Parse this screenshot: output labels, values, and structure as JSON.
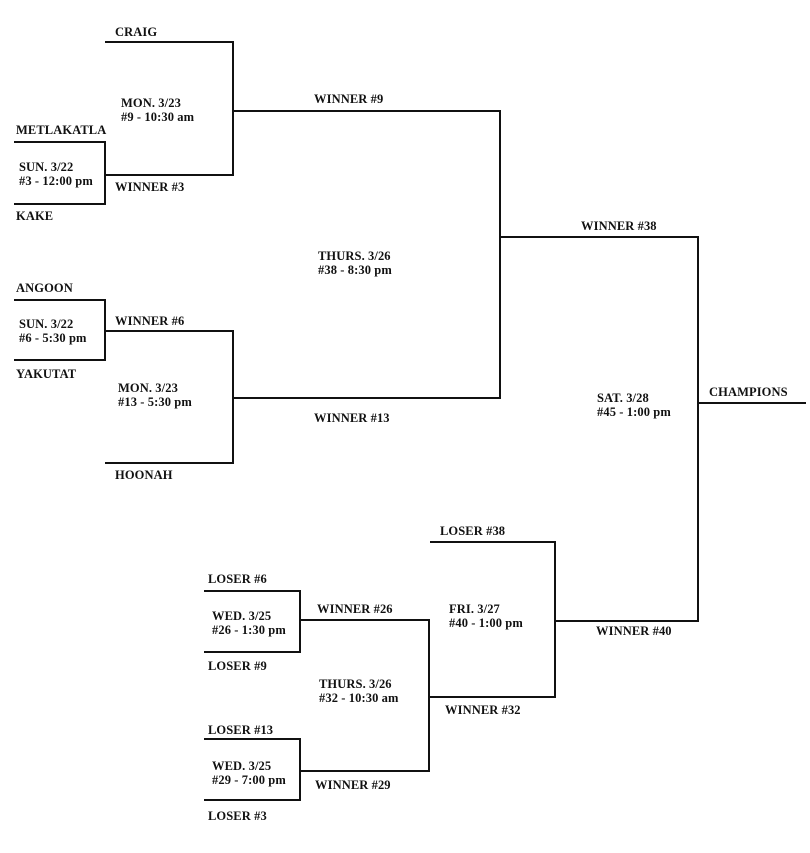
{
  "teams": {
    "craig": "CRAIG",
    "metlakatla": "METLAKATLA",
    "kake": "KAKE",
    "angoon": "ANGOON",
    "yakutat": "YAKUTAT",
    "hoonah": "HOONAH"
  },
  "games": {
    "g3": {
      "day": "SUN. 3/22",
      "info": "#3 - 12:00 pm"
    },
    "g9": {
      "day": "MON. 3/23",
      "info": "#9 - 10:30 am"
    },
    "g6": {
      "day": "SUN. 3/22",
      "info": "#6 - 5:30 pm"
    },
    "g13": {
      "day": "MON. 3/23",
      "info": "#13 - 5:30 pm"
    },
    "g38": {
      "day": "THURS. 3/26",
      "info": "#38 - 8:30 pm"
    },
    "g45": {
      "day": "SAT. 3/28",
      "info": "#45 - 1:00 pm"
    },
    "g26": {
      "day": "WED. 3/25",
      "info": "#26 - 1:30 pm"
    },
    "g29": {
      "day": "WED. 3/25",
      "info": "#29 - 7:00 pm"
    },
    "g32": {
      "day": "THURS. 3/26",
      "info": "#32 - 10:30 am"
    },
    "g40": {
      "day": "FRI. 3/27",
      "info": "#40 - 1:00 pm"
    }
  },
  "slots": {
    "winner3": "WINNER #3",
    "winner9": "WINNER #9",
    "winner6": "WINNER #6",
    "winner13": "WINNER #13",
    "winner38": "WINNER #38",
    "champions": "CHAMPIONS",
    "loser38": "LOSER #38",
    "loser6": "LOSER #6",
    "loser9": "LOSER #9",
    "loser13": "LOSER #13",
    "loser3": "LOSER  #3",
    "winner26": "WINNER #26",
    "winner29": "WINNER #29",
    "winner32": "WINNER #32",
    "winner40": "WINNER #40"
  }
}
